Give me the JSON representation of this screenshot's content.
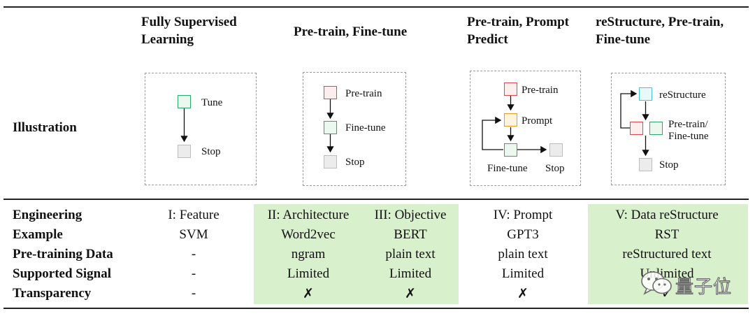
{
  "headers": {
    "col1": "Fully Supervised Learning",
    "col2": "Pre-train, Fine-tune",
    "col3": "Pre-train, Prompt Predict",
    "col4": "reStructure, Pre-train, Fine-tune"
  },
  "illustration_label": "Illustration",
  "diagram1": {
    "tune": "Tune",
    "stop": "Stop"
  },
  "diagram2": {
    "pretrain": "Pre-train",
    "finetune": "Fine-tune",
    "stop": "Stop"
  },
  "diagram3": {
    "pretrain": "Pre-train",
    "prompt": "Prompt",
    "finetune": "Fine-tune",
    "stop": "Stop"
  },
  "diagram4": {
    "restructure": "reStructure",
    "pretrain_finetune_1": "Pre-train/",
    "pretrain_finetune_2": "Fine-tune",
    "stop": "Stop"
  },
  "row_labels": [
    "Engineering",
    "Example",
    "Pre-training Data",
    "Supported Signal",
    "Transparency"
  ],
  "col1_values": [
    "I: Feature",
    "SVM",
    "-",
    "-",
    "-"
  ],
  "col2a_values": [
    "II: Architecture",
    "Word2vec",
    "ngram",
    "Limited",
    "✗"
  ],
  "col2b_values": [
    "III: Objective",
    "BERT",
    "plain text",
    "Limited",
    "✗"
  ],
  "col3_values": [
    "IV: Prompt",
    "GPT3",
    "plain text",
    "Limited",
    "✗"
  ],
  "col4_values": [
    "V: Data reStructure",
    "RST",
    "reStructured text",
    "Unlimited",
    "✓"
  ],
  "watermark": "量子位",
  "colors": {
    "highlight": "#d9f0cc",
    "green_box": "#2daa6a",
    "red_box": "#e04848",
    "orange_box": "#ec9a20",
    "cyan_box": "#3ec6df",
    "gray_box": "#bdbdbd"
  }
}
